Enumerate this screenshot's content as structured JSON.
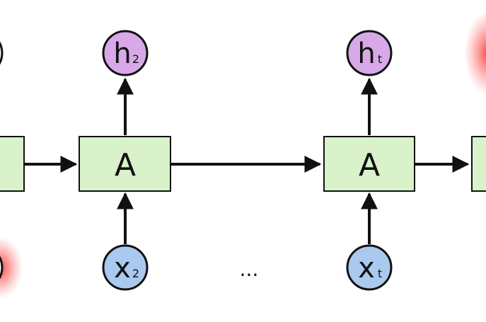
{
  "diagram": {
    "cells": [
      {
        "label": "A"
      },
      {
        "label": "A"
      }
    ],
    "outputs": [
      {
        "main": "h",
        "sub": "2"
      },
      {
        "main": "h",
        "sub": "t"
      }
    ],
    "inputs": [
      {
        "main": "x",
        "sub": "2"
      },
      {
        "main": "x",
        "sub": "t"
      }
    ],
    "ellipsis": "...",
    "colors": {
      "cell_fill": "#d9f2c9",
      "output_fill": "#d8a8e8",
      "input_fill": "#a9c9ee",
      "stroke": "#111111",
      "glow": "#ff3b3b"
    }
  }
}
